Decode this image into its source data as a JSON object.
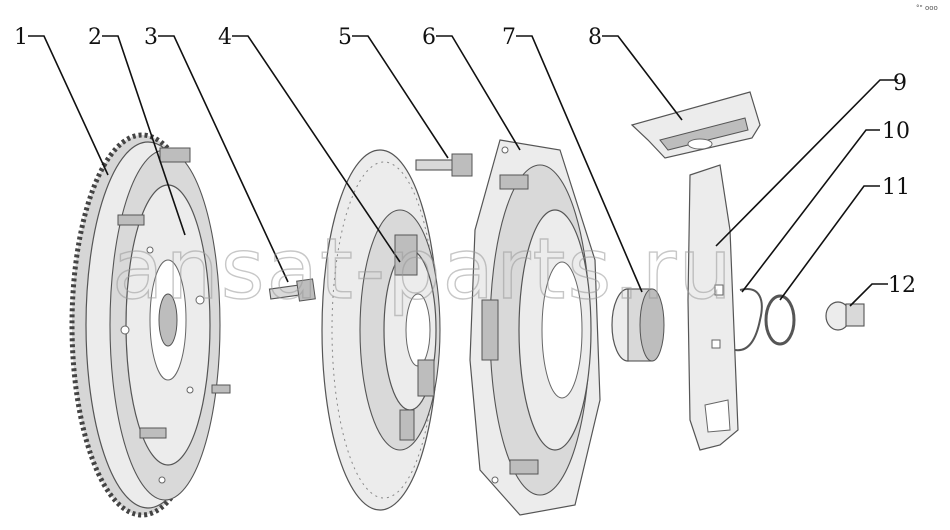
{
  "callouts": [
    {
      "label": "1"
    },
    {
      "label": "2"
    },
    {
      "label": "3"
    },
    {
      "label": "4"
    },
    {
      "label": "5"
    },
    {
      "label": "6"
    },
    {
      "label": "7"
    },
    {
      "label": "8"
    },
    {
      "label": "9"
    },
    {
      "label": "10"
    },
    {
      "label": "11"
    },
    {
      "label": "12"
    }
  ],
  "watermark": "ansat-parts.ru",
  "corner_mark": "°\" ooo"
}
